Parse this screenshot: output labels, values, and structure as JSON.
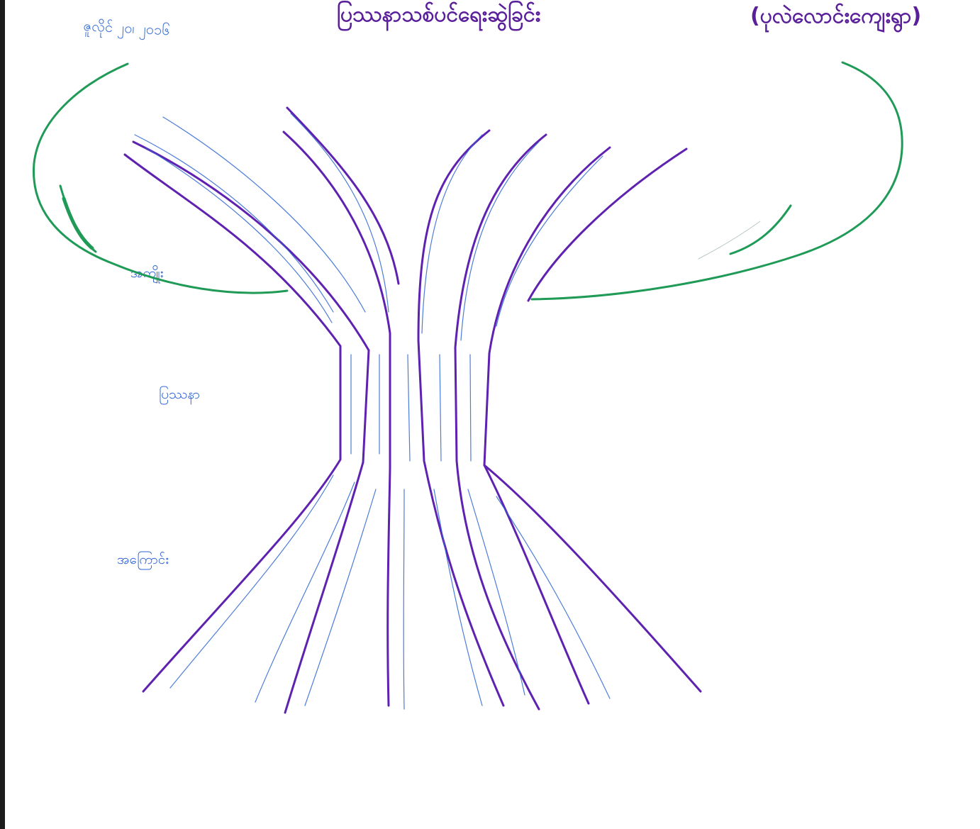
{
  "header": {
    "date": "ဇူလိုင် ၂၀၊ ၂၀၁၆",
    "title": "ပြဿနာသစ်ပင်ရေးဆွဲခြင်း",
    "subtitle": "(ပုလဲလောင်းကျေးရွာ)"
  },
  "tree": {
    "fruit_label": "အကျိုး",
    "problem_label": "ပြဿနာ",
    "cause_label": "အကြောင်း"
  },
  "colors": {
    "canopy": "#1f9a57",
    "trunk": "#5f22b0",
    "writing": "#2d66d4",
    "heading": "#5a1f9a"
  }
}
